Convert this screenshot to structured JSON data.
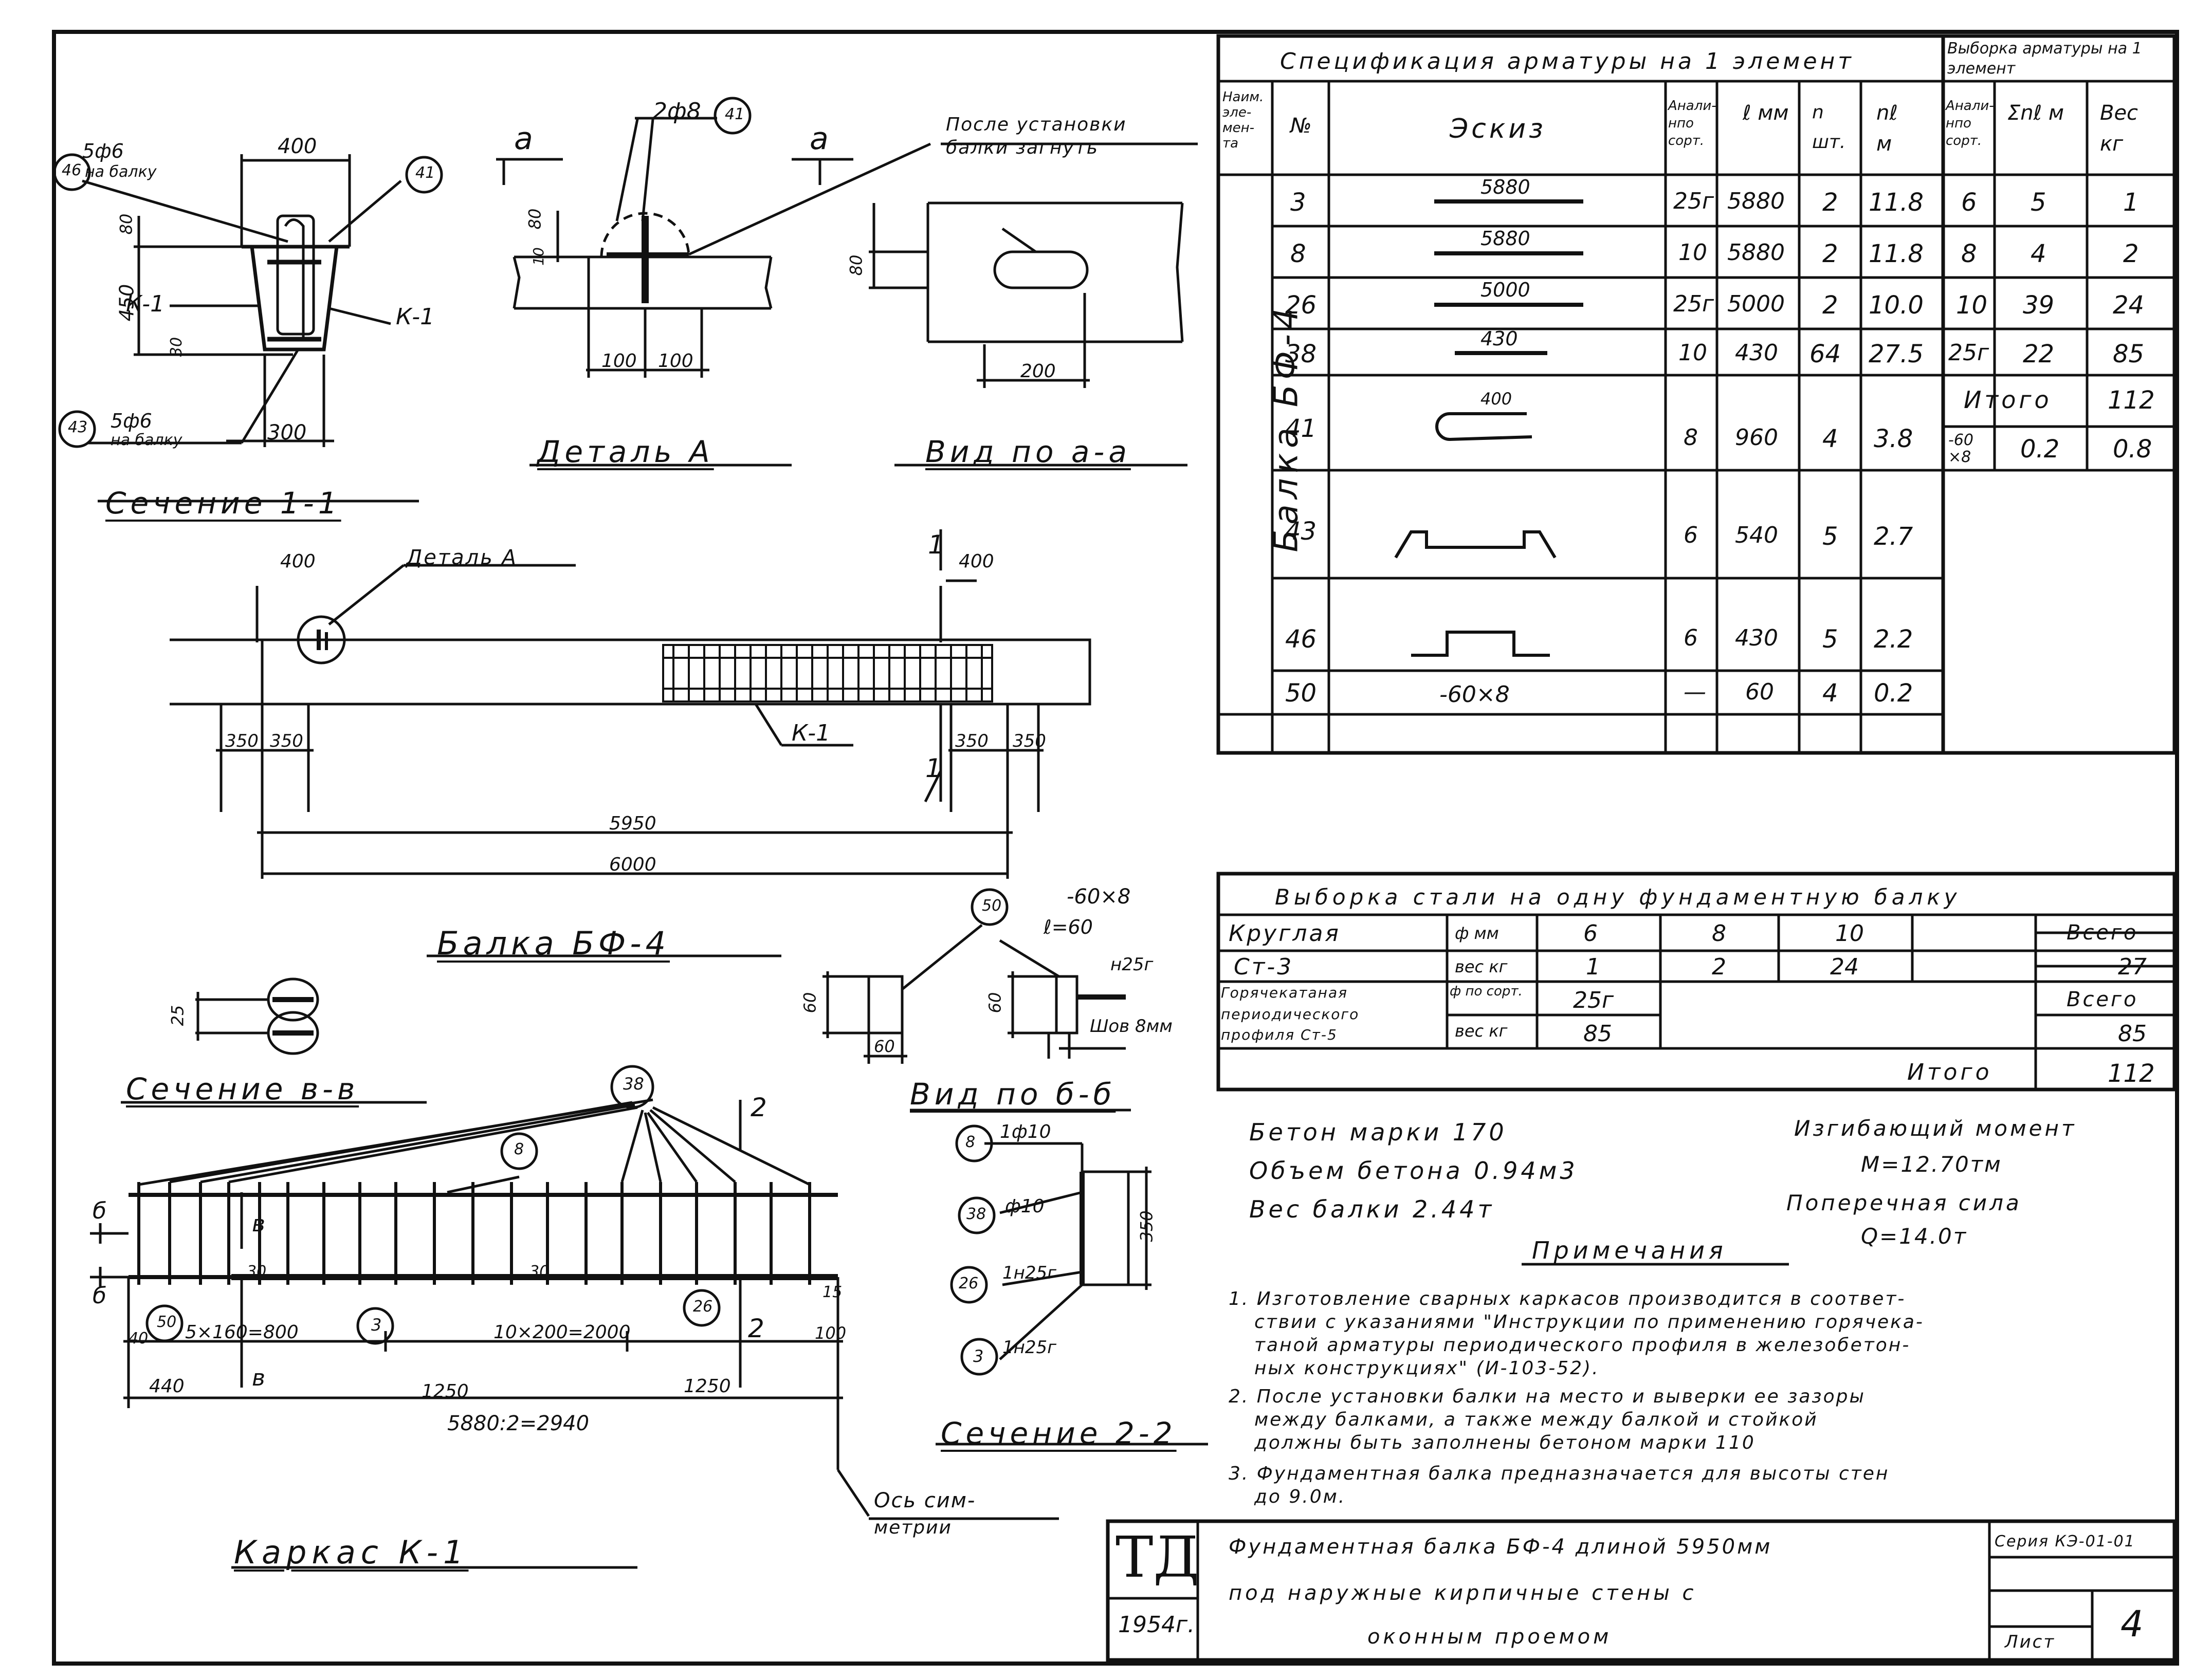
{
  "spec_table": {
    "title": "Спецификация арматуры на 1 элемент",
    "side_title": "Выборка арматуры на 1 элемент",
    "headers": [
      "Наим. эле- мен- та",
      "№",
      "Эскиз",
      "Анали- нпо сорт.",
      "ℓ мм",
      "n шт.",
      "nℓ м"
    ],
    "side_headers": [
      "Анали- нпо сорт.",
      "Σnℓ м",
      "Вес кг"
    ],
    "element_name": "Балка БФ-4",
    "rows": [
      {
        "no": "3",
        "sketch": "5880",
        "grade": "25г",
        "l": "5880",
        "n": "2",
        "nl": "11.8"
      },
      {
        "no": "8",
        "sketch": "5880",
        "grade": "10",
        "l": "5880",
        "n": "2",
        "nl": "11.8"
      },
      {
        "no": "26",
        "sketch": "5000",
        "grade": "25г",
        "l": "5000",
        "n": "2",
        "nl": "10.0"
      },
      {
        "no": "38",
        "sketch": "430",
        "grade": "10",
        "l": "430",
        "n": "64",
        "nl": "27.5"
      },
      {
        "no": "41",
        "sketch": "400",
        "grade": "8",
        "l": "960",
        "n": "4",
        "nl": "3.8"
      },
      {
        "no": "43",
        "sketch": "",
        "grade": "6",
        "l": "540",
        "n": "5",
        "nl": "2.7"
      },
      {
        "no": "46",
        "sketch": "",
        "grade": "6",
        "l": "430",
        "n": "5",
        "nl": "2.2"
      },
      {
        "no": "50",
        "sketch": "-60×8",
        "grade": "—",
        "l": "60",
        "n": "4",
        "nl": "0.2"
      }
    ],
    "side_rows": [
      {
        "d": "6",
        "sum": "5",
        "w": "1"
      },
      {
        "d": "8",
        "sum": "4",
        "w": "2"
      },
      {
        "d": "10",
        "sum": "39",
        "w": "24"
      },
      {
        "d": "25г",
        "sum": "22",
        "w": "85"
      },
      {
        "d": "Итого",
        "sum": "",
        "w": "112"
      },
      {
        "d": "-60 ×8",
        "sum": "0.2",
        "w": "0.8"
      }
    ]
  },
  "steel_table": {
    "title": "Выборка стали на одну фундаментную балку",
    "r1": [
      "Круглая",
      "ф мм",
      "6",
      "8",
      "10",
      "",
      "Всего"
    ],
    "r2": [
      "Ст-3",
      "вес кг",
      "1",
      "2",
      "24",
      "",
      "27"
    ],
    "r3": [
      "Горячекатаная",
      "ф по сорт.",
      "25г",
      "",
      "",
      "",
      "Всего"
    ],
    "r4": [
      "периодического",
      "",
      "",
      "",
      "",
      "",
      ""
    ],
    "r5": [
      "профиля Ст-5",
      "вес кг",
      "85",
      "",
      "",
      "",
      "85"
    ],
    "total_label": "Итого",
    "total_value": "112"
  },
  "notes": {
    "concrete": "Бетон марки 170",
    "volume": "Объем бетона 0.94м3",
    "weight": "Вес балки 2.44т",
    "moment_label": "Изгибающий момент",
    "moment": "М=12.70тм",
    "shear_label": "Поперечная сила",
    "shear": "Q=14.0т",
    "title": "Примечания",
    "n1": "1. Изготовление сварных каркасов производится в соответ-",
    "n1b": "ствии с указаниями \"Инструкции по применению горячека-",
    "n1c": "таной арматуры периодического профиля в железобетон-",
    "n1d": "ных конструкциях\" (И-103-52).",
    "n2": "2. После установки балки на место и выверки ее зазоры",
    "n2b": "между балками, а также между балкой и стойкой",
    "n2c": "должны быть заполнены бетоном марки 110",
    "n3": "3. Фундаментная балка предназначается для высоты стен",
    "n3b": "до 9.0м."
  },
  "stamp": {
    "logo": "ТД",
    "year": "1954г.",
    "title1": "Фундаментная балка БФ-4 длиной 5950мм",
    "title2": "под наружные кирпичные стены с",
    "title3": "оконным проемом",
    "series": "Серия КЭ-01-01",
    "sheet_label": "Лист",
    "sheet_no": "4"
  },
  "labels": {
    "section11": "Сечение 1-1",
    "detailA": "Деталь А",
    "view_aa": "Вид по а-а",
    "beam": "Балка БФ-4",
    "section_vv": "Сечение в-в",
    "view_bb": "Вид по б-б",
    "section22": "Сечение 2-2",
    "frame": "Каркас К-1",
    "after_install": "После установки",
    "bend": "балки загнуть",
    "detailA_ref": "Деталь А",
    "sym_axis": "Ось сим-",
    "sym_axis2": "метрии",
    "na_balku": "на балку",
    "k1": "К-1"
  },
  "dims": {
    "d400": "400",
    "d80": "80",
    "d450": "450",
    "d30": "30",
    "d300": "300",
    "d5f6": "5ф6",
    "d5f6b": "5ф6",
    "d2f8": "2ф8",
    "d10": "10",
    "d100a": "100",
    "d100b": "100",
    "d200": "200",
    "d350a": "350",
    "d350b": "350",
    "d350c": "350",
    "d350d": "350",
    "d5950": "5950",
    "d6000": "6000",
    "d25": "25",
    "d60a": "60",
    "d60b": "60",
    "d60c": "60",
    "d60x8": "-60×8",
    "dl60": "ℓ=60",
    "dn25": "н25г",
    "shov": "Шов 8мм",
    "d1f10": "1ф10",
    "df10": "ф10",
    "d1n25": "1н25г",
    "d1n25b": "1н25г",
    "d350e": "350",
    "d40": "40",
    "d5x160": "5×160=800",
    "d10x200": "10×200=2000",
    "d440": "440",
    "d1250a": "1250",
    "d1250b": "1250",
    "d5880": "5880:2=2940",
    "d100c": "100",
    "d15": "15",
    "d30b": "30",
    "d30c": "30",
    "c41": "41",
    "c46": "46",
    "c43": "43",
    "c50": "50",
    "c38": "38",
    "c8": "8",
    "c26": "26",
    "c3": "3",
    "c41b": "41",
    "c50b": "50",
    "c8b": "8",
    "c38b": "38",
    "c26b": "26",
    "c3b": "3",
    "cut_a": "а",
    "cut_a2": "а",
    "cut_b": "б",
    "cut_b2": "б",
    "cut_v": "в",
    "cut_v2": "в",
    "cut_1": "1",
    "cut_2": "2",
    "cut_2b": "2"
  }
}
